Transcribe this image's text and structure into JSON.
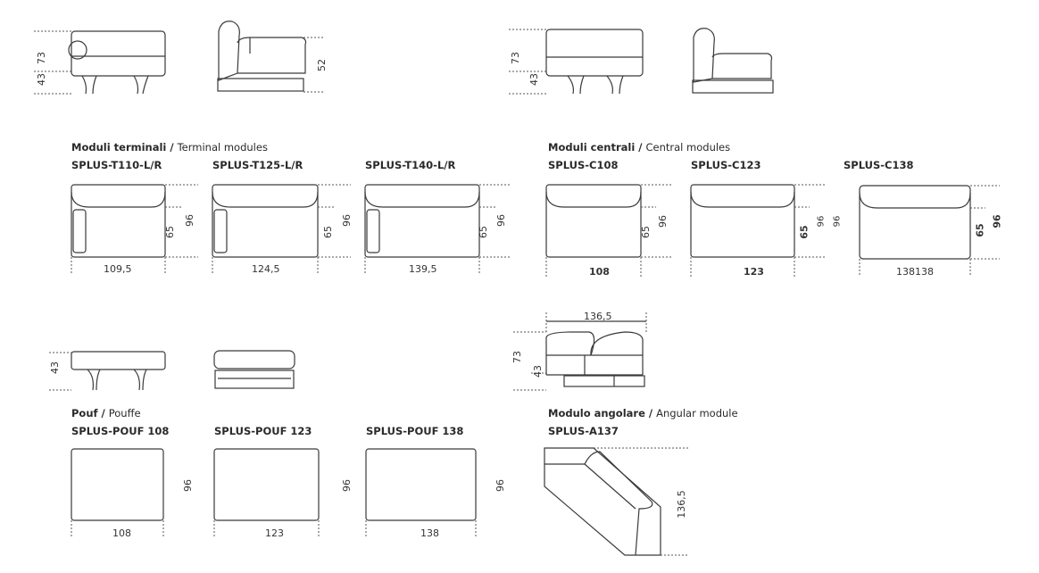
{
  "elevations": {
    "terminal_height_total": "73",
    "terminal_seat_height": "43",
    "terminal_side_height": "52",
    "central_height_total": "73",
    "central_seat_height": "43",
    "pouf_height": "43",
    "angular_width": "136,5",
    "angular_height_total": "73",
    "angular_seat_height": "43"
  },
  "terminal": {
    "title_it": "Moduli terminali",
    "title_sep": " / ",
    "title_en": "Terminal modules",
    "items": [
      {
        "code": "SPLUS-T110-L/R",
        "seat_depth": "65",
        "depth": "96",
        "width": "109,5"
      },
      {
        "code": "SPLUS-T125-L/R",
        "seat_depth": "65",
        "depth": "96",
        "width": "124,5"
      },
      {
        "code": "SPLUS-T140-L/R",
        "seat_depth": "65",
        "depth": "96",
        "width": "139,5"
      }
    ]
  },
  "central": {
    "title_it": "Moduli centrali",
    "title_sep": " / ",
    "title_en": "Central modules",
    "items": [
      {
        "code": "SPLUS-C108",
        "seat_depth": "65",
        "depth": "96",
        "width": "108"
      },
      {
        "code": "SPLUS-C123",
        "seat_depth": "65",
        "depth": "96",
        "depth_extra": "96",
        "width": "123"
      },
      {
        "code": "SPLUS-C138",
        "seat_depth": "65",
        "depth": "96",
        "width": "138138"
      }
    ]
  },
  "pouf": {
    "title_it": "Pouf",
    "title_sep": " / ",
    "title_en": "Pouffe",
    "items": [
      {
        "code": "SPLUS-POUF 108",
        "depth": "96",
        "width": "108"
      },
      {
        "code": "SPLUS-POUF 123",
        "depth": "96",
        "width": "123"
      },
      {
        "code": "SPLUS-POUF 138",
        "depth": "96",
        "width": "138"
      }
    ]
  },
  "angular": {
    "title_it": "Modulo angolare",
    "title_sep": " / ",
    "title_en": "Angular module",
    "code": "SPLUS-A137",
    "depth": "136,5"
  }
}
